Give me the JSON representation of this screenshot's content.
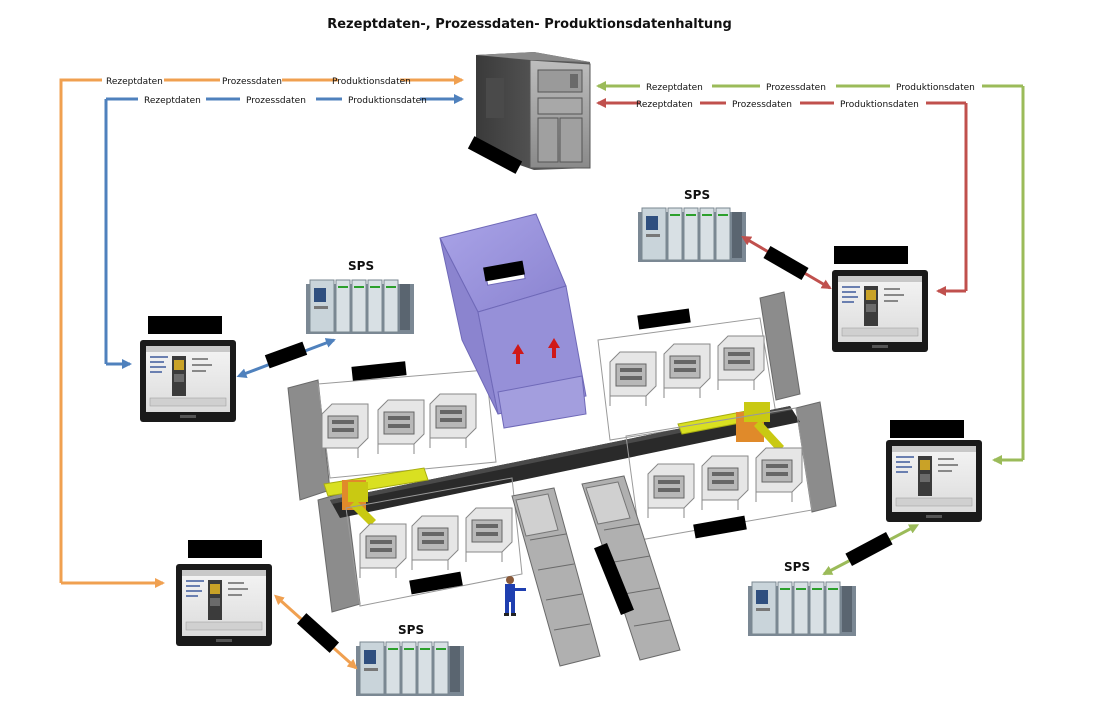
{
  "title": "Rezeptdaten-, Prozessdaten- Produktionsdatenhaltung",
  "flow_labels": {
    "recipe": "Rezeptdaten",
    "process": "Prozessdaten",
    "production": "Produktionsdaten"
  },
  "controller_label": "SPS",
  "colors": {
    "orange": "#f0a050",
    "blue": "#4f81bd",
    "green": "#9bbb59",
    "red": "#c0504d",
    "hopper": "#9b94dd",
    "machine_gray": "#8c8c8c",
    "rail_yellow": "#d9e021"
  },
  "icons": {
    "server": "server-tower-icon",
    "hmi": "hmi-monitor-icon",
    "plc": "plc-rack-icon",
    "operator": "operator-figure-icon"
  }
}
